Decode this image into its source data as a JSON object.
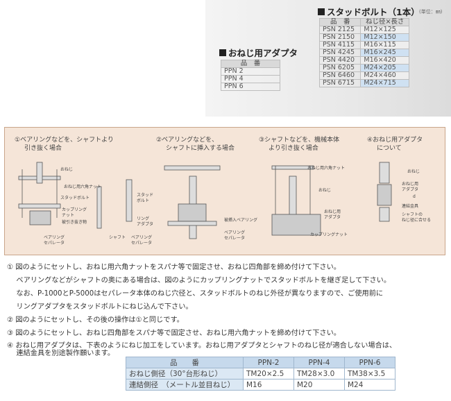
{
  "stud_bolt": {
    "title": "スタッドボルト（1本）",
    "unit": "(単位：㎜)",
    "col_part": "品　番",
    "col_size": "ねじ径×長さ",
    "rows": [
      {
        "part": "PSN 2125",
        "size": "M12×125"
      },
      {
        "part": "PSN 2150",
        "size": "M12×150"
      },
      {
        "part": "PSN 4115",
        "size": "M16×115"
      },
      {
        "part": "PSN 4245",
        "size": "M16×245"
      },
      {
        "part": "PSN 4420",
        "size": "M16×420"
      },
      {
        "part": "PSN 6205",
        "size": "M24×205"
      },
      {
        "part": "PSN 6460",
        "size": "M24×460"
      },
      {
        "part": "PSN 6715",
        "size": "M24×715"
      }
    ]
  },
  "adapter": {
    "title": "おねじ用アダプタ",
    "col_part": "品　番",
    "rows": [
      "PPN 2",
      "PPN 4",
      "PPN 6"
    ]
  },
  "diagrams": [
    {
      "caption_l1": "①ベアリングなどを、シャフトより",
      "caption_l2": "引き抜く場合",
      "labels": [
        "おねじ",
        "おねじ用六角ナット",
        "スタッドボルト",
        "カップリング",
        "ナット",
        "被引き抜き物",
        "ベアリング",
        "セパレータ"
      ]
    },
    {
      "caption_l1": "②ベアリングなどを、",
      "caption_l2": "シャフトに挿入する場合",
      "labels": [
        "スタッド",
        "ボルト",
        "リング",
        "アダプタ",
        "シャフト",
        "ベアリング",
        "セパレータ",
        "被挿入ベアリング",
        "ベアリング",
        "セパレータ"
      ]
    },
    {
      "caption_l1": "③シャフトなどを、機械本体",
      "caption_l2": "より引き抜く場合",
      "labels": [
        "おねじ用六角ナット",
        "おねじ",
        "おねじ用",
        "アダプタ",
        "カップリングナット"
      ]
    },
    {
      "caption_l1": "④おねじ用アダプタ",
      "caption_l2": "について",
      "labels": [
        "おねじ",
        "おねじ用",
        "アダプタ",
        "d",
        "連結金具",
        "シャフトの",
        "ねじ径に合せる"
      ]
    }
  ],
  "notes": [
    "① 図のようにセットし、おねじ用六角ナットをスパナ等で固定させ、おねじ四角部を締め付けて下さい。",
    "　 ベアリングなどがシャフトの奥にある場合は、図のようにカップリングナットでスタッドボルトを継ぎ足して下さい。",
    "　 なお、P-1000とP-5000はセパレータ本体のねじ穴径と、スタッドボルトのねじ外径が異なりますので、ご使用前に",
    "　 リングアダプタをスタッドボルトにねじ込んで下さい。",
    "② 図のようにセットし、その後の操作は①と同じです。",
    "③ 図のようにセットし、おねじ四角部をスパナ等で固定させ、おねじ用六角ナットを締め付けて下さい。",
    "④ おねじ用アダプタは、下表のようにねじ加工をしています。おねじ用アダプタとシャフトのねじ径が適合しない場合は、",
    "　 連結金具を別途製作願います。"
  ],
  "thread_table": {
    "header": [
      "品　　番",
      "PPN-2",
      "PPN-4",
      "PPN-6"
    ],
    "rows": [
      [
        "おねじ側径（30°台形ねじ）",
        "TM20×2.5",
        "TM28×3.0",
        "TM38×3.5"
      ],
      [
        "連結側径　（メートル並目ねじ）",
        "M16",
        "M20",
        "M24"
      ]
    ]
  },
  "colors": {
    "panel_bg": "#f5e5d8",
    "table_header": "#c6d9ec",
    "highlight": "#cfe1f2"
  }
}
